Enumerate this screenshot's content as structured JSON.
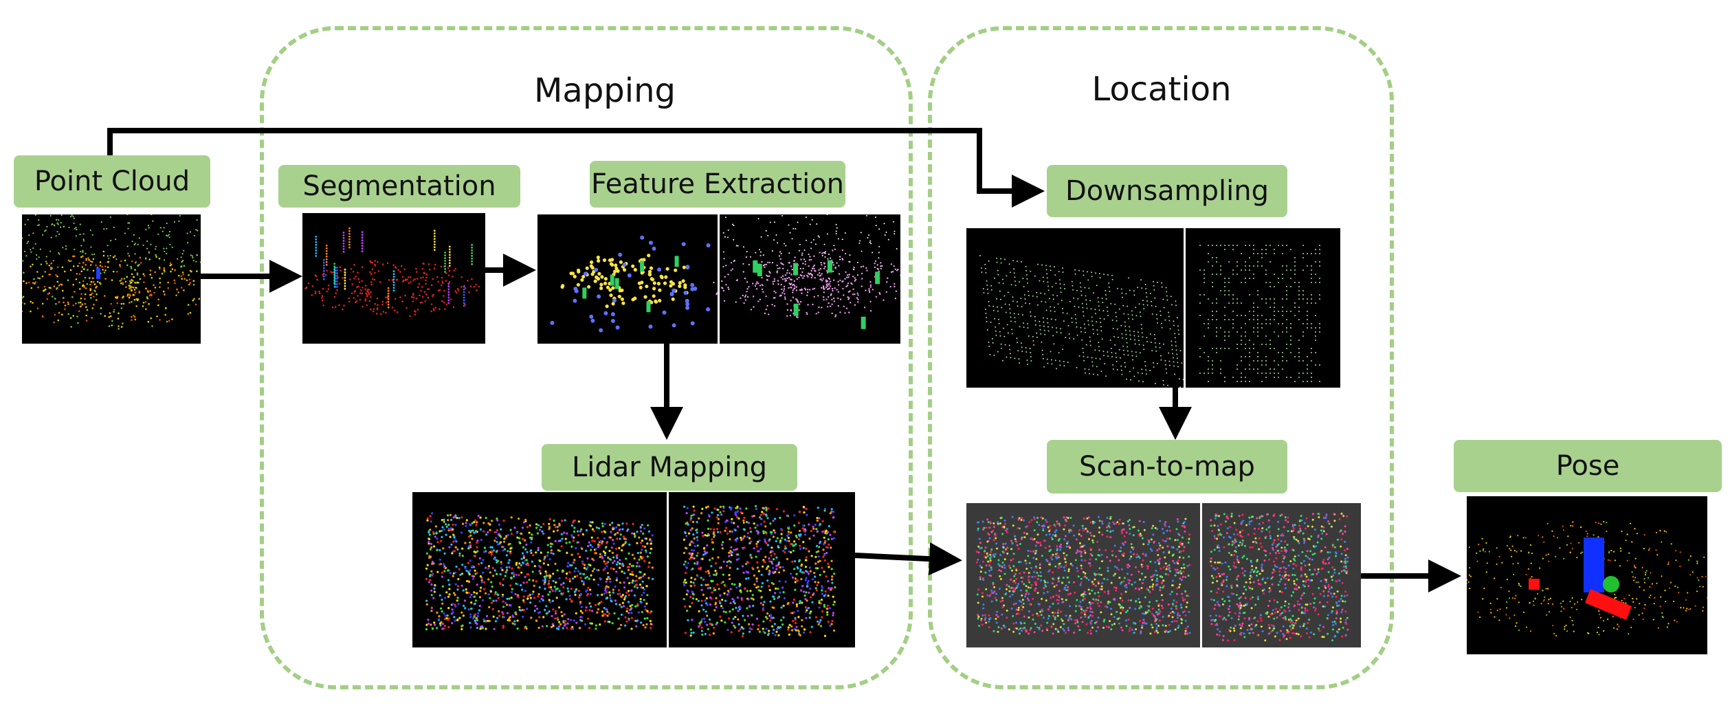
{
  "regions": {
    "mapping": {
      "title": "Mapping"
    },
    "location": {
      "title": "Location"
    }
  },
  "labels": {
    "point_cloud": "Point Cloud",
    "segmentation": "Segmentation",
    "feature_extraction": "Feature Extraction",
    "lidar_mapping": "Lidar Mapping",
    "downsampling": "Downsampling",
    "scan_to_map": "Scan-to-map",
    "pose": "Pose"
  },
  "colors": {
    "label_fill": "#a9d18e",
    "region_border": "#a3cf85",
    "arrow": "#000000",
    "panel_bg": "#000000",
    "scan_bg": "#3a3a3a"
  }
}
